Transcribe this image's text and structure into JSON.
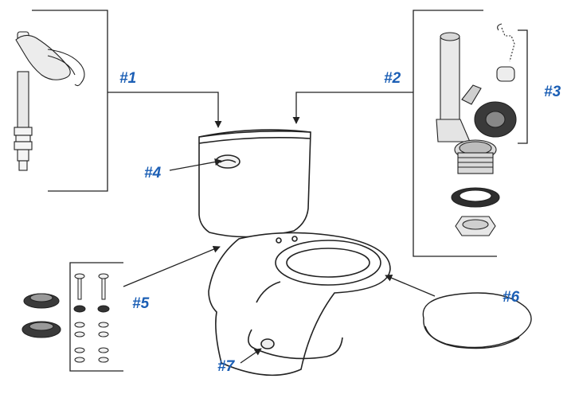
{
  "callouts": {
    "fill_valve": "#1",
    "flush_valve": "#2",
    "flapper": "#3",
    "trip_lever": "#4",
    "wax_ring_hardware": "#5",
    "seat": "#6",
    "bolt_caps": "#7"
  },
  "colors": {
    "callout_text": "#1c5fb5",
    "line": "#222222"
  }
}
